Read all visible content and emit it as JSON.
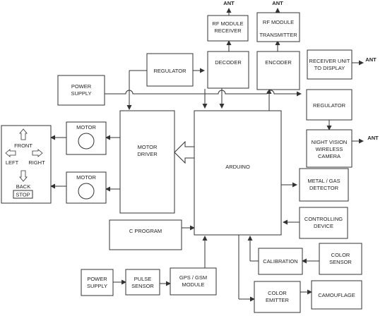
{
  "blocks": {
    "rf_receiver": [
      "RF MODULE",
      "RECEIVER"
    ],
    "rf_transmitter": [
      "RF MODULE",
      "TRANSMITTER"
    ],
    "decoder": "DECODER",
    "encoder": "ENCODER",
    "regulator_top": "REGULATOR",
    "power_supply_top": [
      "POWER",
      "SUPPLY"
    ],
    "receiver_unit": [
      "RECEIVER UNIT",
      "TO DISPLAY"
    ],
    "regulator_right": "REGULATOR",
    "night_vision": [
      "NIGHT VISION",
      "WIRELESS",
      "CAMERA"
    ],
    "metal_gas": [
      "METAL / GAS",
      "DETECTOR"
    ],
    "controlling": [
      "CONTROLLING",
      "DEVICE"
    ],
    "color_sensor": [
      "COLOR",
      "SENSOR"
    ],
    "calibration": "CALIBRATION",
    "color_emitter": [
      "COLOR",
      "EMITTER"
    ],
    "camouflage": "CAMOUFLAGE",
    "motor_top": "MOTOR",
    "motor_bottom": "MOTOR",
    "motor_driver": [
      "MOTOR",
      "DRIVER"
    ],
    "arduino": "ARDUINO",
    "c_program": "C PROGRAM",
    "power_supply_bottom": [
      "POWER",
      "SUPPLY"
    ],
    "pulse_sensor": [
      "PULSE",
      "SENSOR"
    ],
    "gps_gsm": [
      "GPS / GSM",
      "MODULE"
    ]
  },
  "antenna_labels": {
    "rf_receiver": "ANT",
    "rf_transmitter": "ANT",
    "receiver_unit": "ANT",
    "night_vision": "ANT"
  },
  "controls": {
    "front": "FRONT",
    "left": "LEFT",
    "right": "RIGHT",
    "back": "BACK",
    "stop": "STOP"
  }
}
